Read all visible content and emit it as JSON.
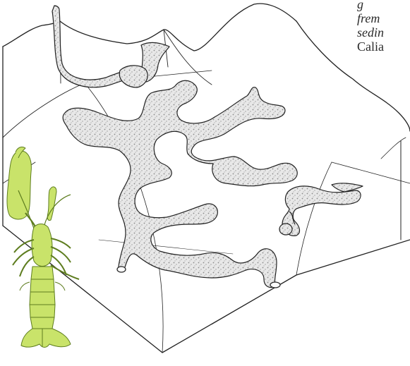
{
  "caption": {
    "lines": [
      {
        "text": "g",
        "italic": true
      },
      {
        "text": "frem",
        "italic": true
      },
      {
        "text": "sedin",
        "italic": true
      },
      {
        "text": "Calia",
        "italic": false
      }
    ]
  },
  "colors": {
    "ink": "#222222",
    "burrow_fill": "#e6e6e6",
    "burrow_stipple": "#9a9a9a",
    "shrimp_body": "#c9e36a",
    "shrimp_outline": "#5e7d1f"
  },
  "illustration": {
    "block": "sediment-block-icon",
    "burrow": "burrow-system-icon",
    "animal": "callianassa-shrimp-icon"
  }
}
